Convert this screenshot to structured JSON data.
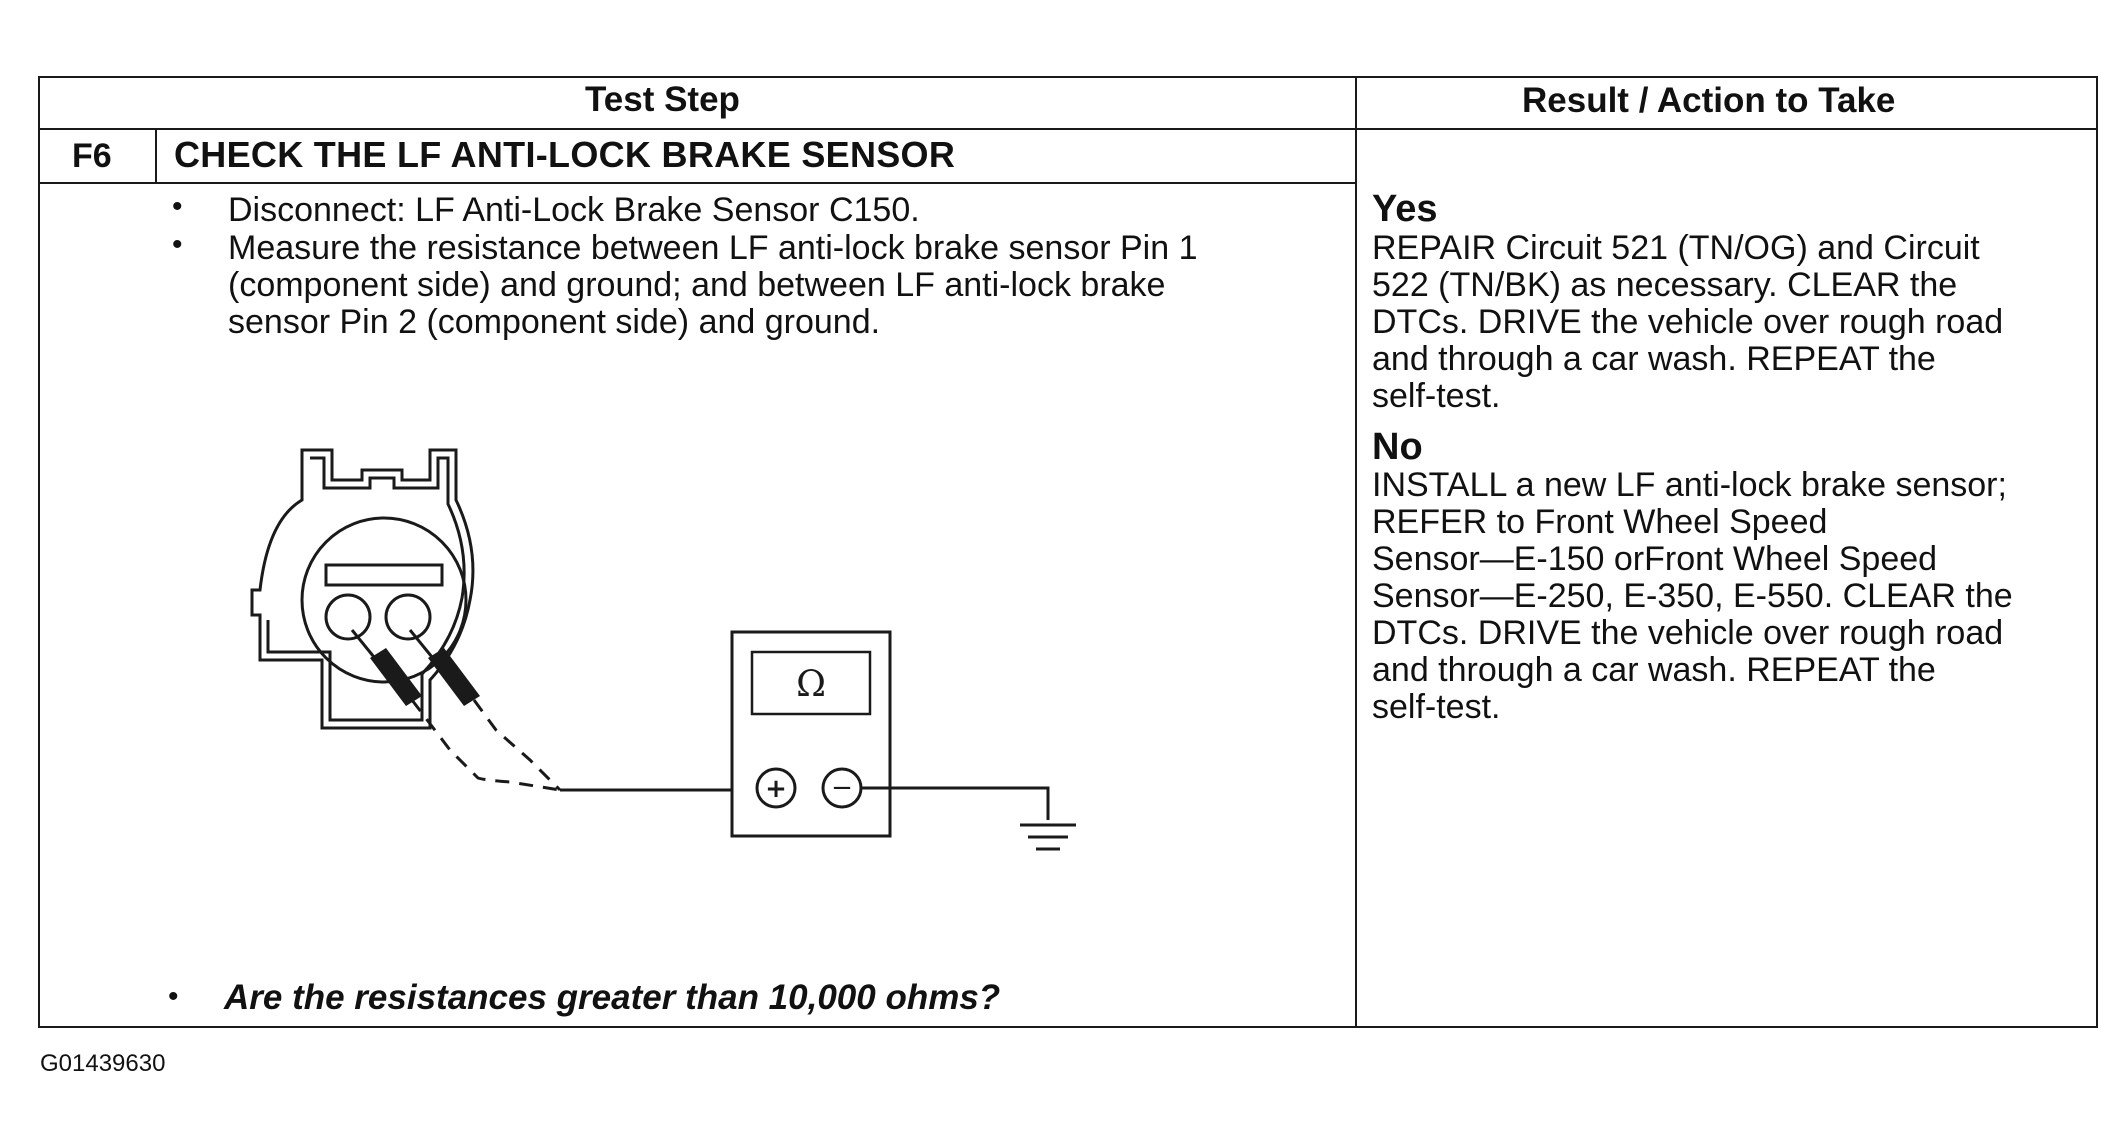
{
  "table": {
    "header_left": "Test Step",
    "header_right": "Result / Action to Take",
    "step_id": "F6",
    "step_title": "CHECK THE LF ANTI-LOCK BRAKE SENSOR",
    "bullets": [
      "Disconnect: LF Anti-Lock Brake Sensor C150.",
      "Measure the resistance between LF anti-lock brake sensor Pin 1",
      "(component side) and ground; and between LF anti-lock brake",
      "sensor Pin 2 (component side) and ground."
    ],
    "question": "Are the resistances greater than 10,000 ohms?",
    "yes": {
      "label": "Yes",
      "lines": [
        "REPAIR Circuit 521 (TN/OG) and Circuit",
        "522 (TN/BK) as necessary. CLEAR the",
        "DTCs. DRIVE the vehicle over rough road",
        "and through a car wash. REPEAT the",
        "self-test."
      ]
    },
    "no": {
      "label": "No",
      "lines": [
        "INSTALL a new LF anti-lock brake sensor;",
        "REFER to Front Wheel Speed",
        "Sensor—E-150 orFront Wheel Speed",
        "Sensor—E-250, E-350, E-550. CLEAR the",
        "DTCs.  DRIVE the vehicle over rough road",
        "and through a car wash. REPEAT the",
        "self-test."
      ]
    }
  },
  "diagram": {
    "meter_symbol": "Ω",
    "plus_symbol": "+",
    "minus_symbol": "−"
  },
  "figure_code": "G01439630"
}
